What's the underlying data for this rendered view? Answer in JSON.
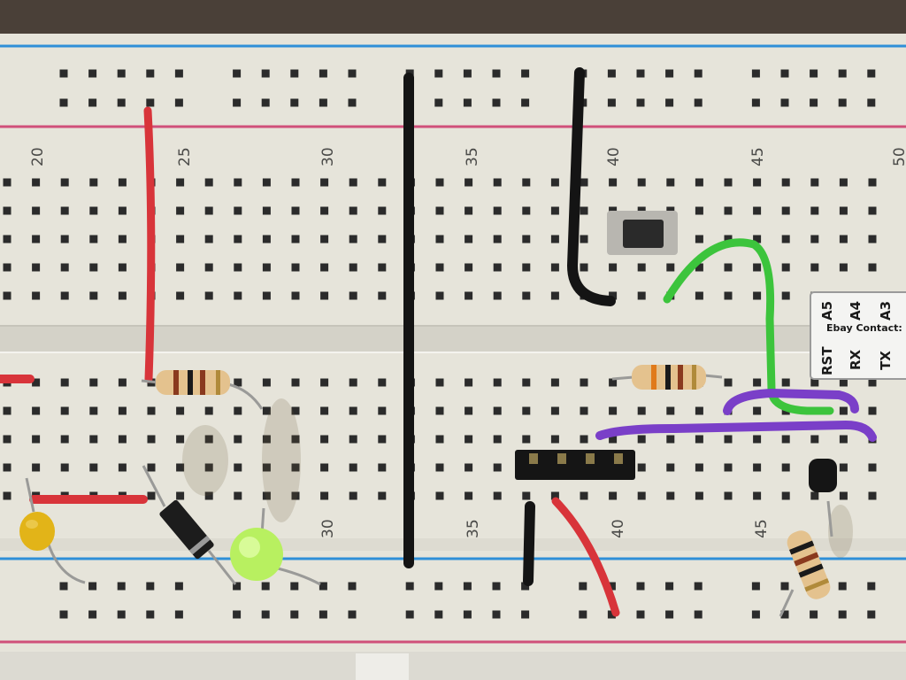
{
  "breadboard": {
    "top_column_numbers": [
      "20",
      "25",
      "30",
      "35",
      "40",
      "45",
      "50"
    ],
    "bottom_column_numbers": [
      "30",
      "35",
      "40",
      "45"
    ]
  },
  "module": {
    "pin_top_a5": "A5",
    "pin_top_a4": "A4",
    "pin_top_a3": "A3",
    "contact_text": "Ebay Contact: c",
    "pin_bottom_rst": "RST",
    "pin_bottom_rx": "RX",
    "pin_bottom_tx": "TX"
  },
  "colors": {
    "board": "#e8e6dc",
    "rail_red": "#d0507a",
    "rail_blue": "#2f8fd8",
    "wire_red": "#d8343a",
    "wire_black": "#141414",
    "wire_green": "#3cc43c",
    "wire_purple": "#7a3fc8",
    "led_green": "#b8f060",
    "capacitor_yellow": "#e2b418"
  }
}
